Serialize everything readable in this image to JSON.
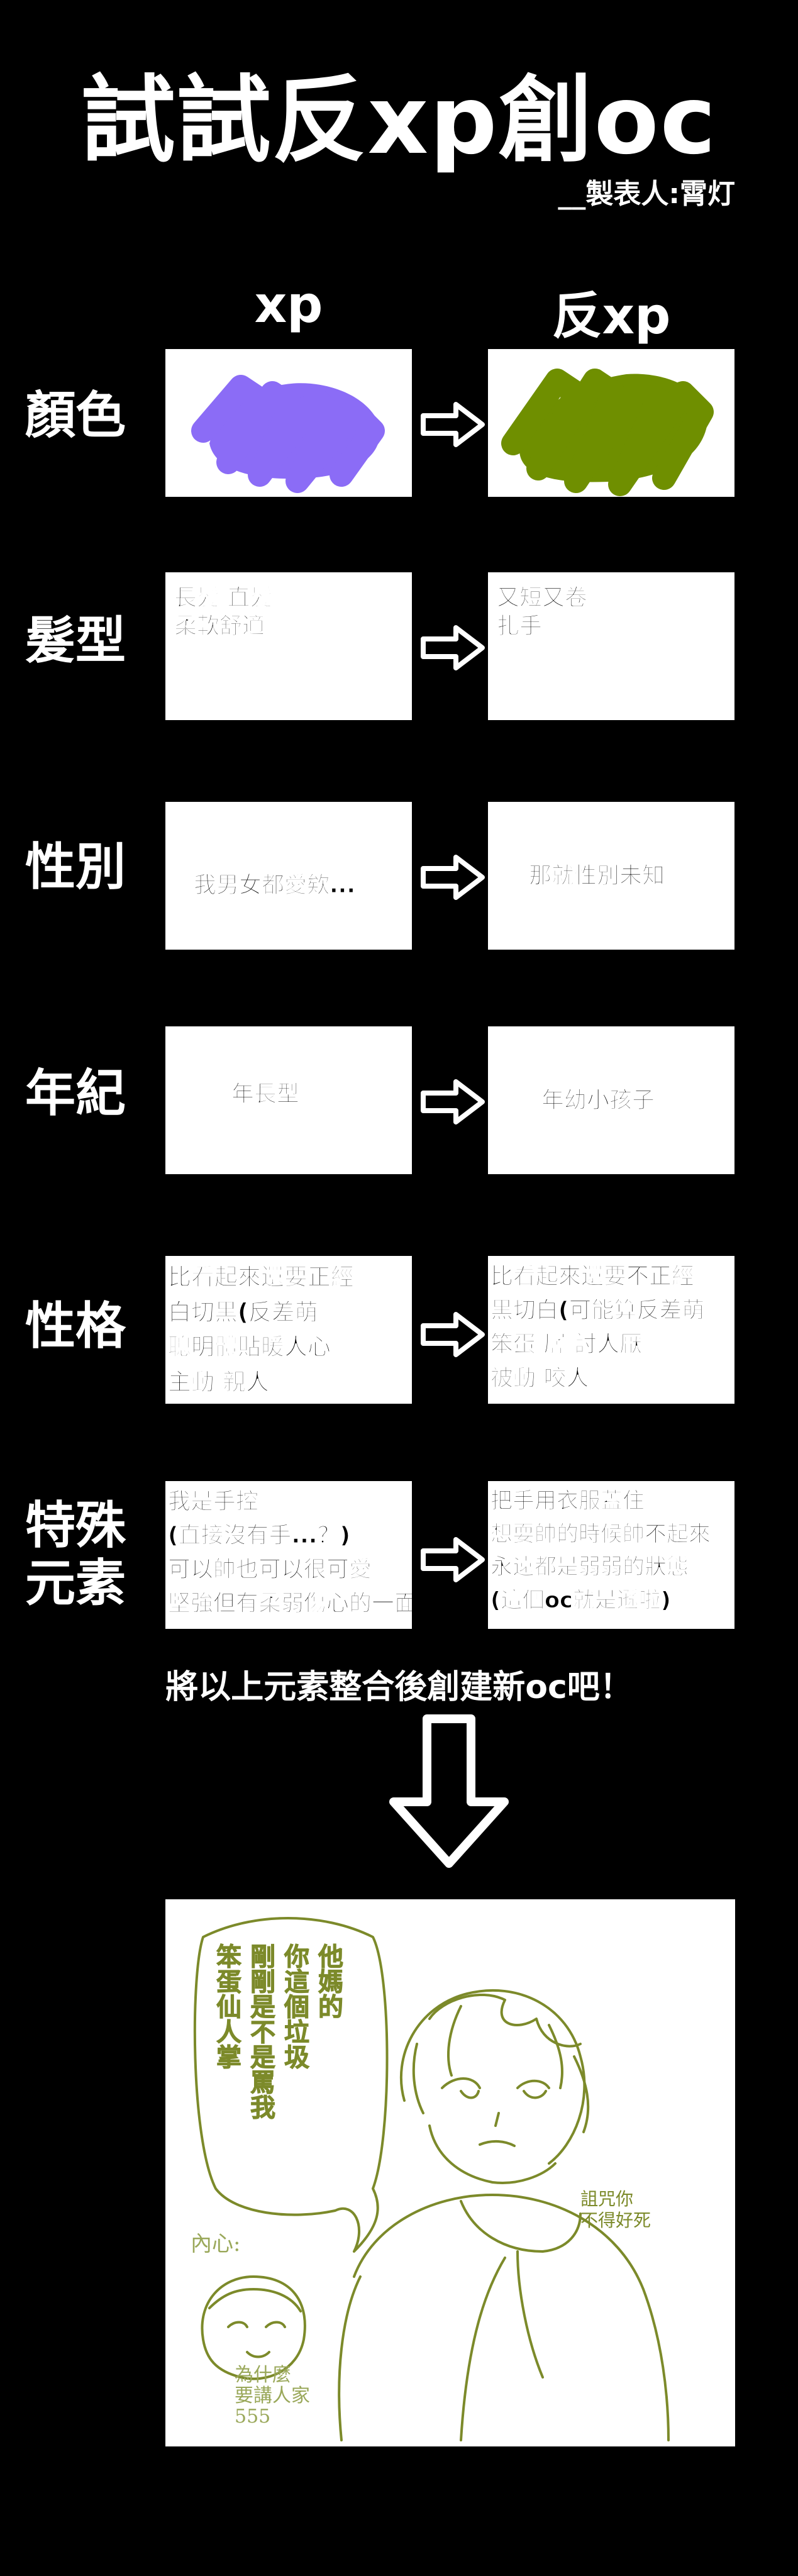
{
  "title": "試試反xp創oc",
  "maker": "__製表人:霄灯",
  "columns": {
    "left": "xp",
    "right": "反xp"
  },
  "colors": {
    "xp_color": "#8b6cf6",
    "anti_xp_color": "#6f8f00",
    "line_art": "#7c8a2a"
  },
  "rows": [
    {
      "label": "顏色",
      "left": "",
      "right": ""
    },
    {
      "label": "髮型",
      "left": "長髮 直髮\n柔軟舒適",
      "right": "又短又卷\n扎手"
    },
    {
      "label": "性別",
      "left": "我男女都愛欸...",
      "right": "那就性別未知"
    },
    {
      "label": "年紀",
      "left": "年長型",
      "right": "年幼小孩子"
    },
    {
      "label": "性格",
      "left": "比看起來還要正經\n白切黑(反差萌\n聰明體貼暖人心\n主動 親人",
      "right": "比看起來還要不正經\n黑切白(可能算反差萌\n笨蛋 孱 討人厭\n被動 咬人"
    },
    {
      "label": "特殊\n元素",
      "left": "我是手控\n(直接沒有手...？)\n可以帥也可以很可愛\n堅強但有柔弱傷心的一面",
      "right": "把手用衣服蓋住\n想耍帥的時候帥不起來\n永遠都是弱弱的狀態\n(這個oc就是遜啦)"
    }
  ],
  "combine_text": "將以上元素整合後創建新oc吧！",
  "art": {
    "speech": "他媽的\n你這個垃圾\n剛剛是不是罵我\n笨蛋仙人掌",
    "inner_label": "內心:",
    "inner_text": "為什麼\n要講人家\n555",
    "side_text": "詛咒你\n不得好死"
  }
}
